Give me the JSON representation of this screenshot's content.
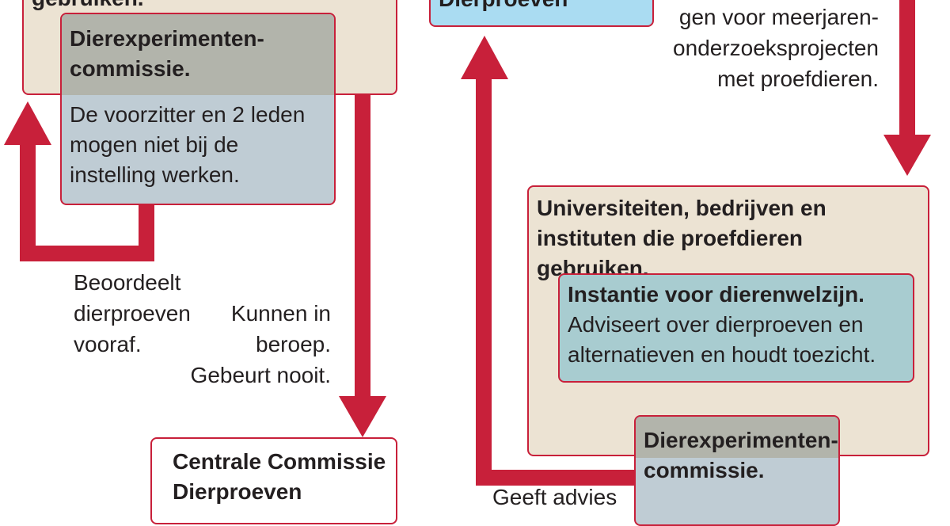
{
  "colors": {
    "arrow": "#c8203a",
    "beige_panel": "#ece3d3",
    "grey_header": "#b2b4ab",
    "blue_grey_body": "#bfccd4",
    "light_blue": "#aadcf2",
    "teal": "#a8ccd0",
    "text": "#231f20"
  },
  "left_panel": {
    "title_fragment": "gebruiken.",
    "committee": {
      "title": "Dierexperimenten-\ncommissie.",
      "text": "De voorzitter en 2 leden\nmogen niet bij de\ninstelling werken."
    }
  },
  "top_center_box": {
    "title_fragment": "Dierproeven"
  },
  "top_right_text": "gen voor meerjaren-\nonderzoeksprojecten\nmet proefdieren.",
  "labels": {
    "review": "Beoordeelt\ndierproeven\nvooraf.",
    "appeal": "Kunnen in\nberoep.\nGebeurt nooit.",
    "advice": "Geeft advies"
  },
  "central_commission": {
    "title": "Centrale Commissie\nDierproeven"
  },
  "right_panel": {
    "title": "Universiteiten, bedrijven en\ninstituten die proefdieren gebruiken.",
    "welfare": {
      "title": "Instantie voor dierenwelzijn.",
      "text": "Adviseert over dierproeven en\nalternatieven en houdt toezicht."
    },
    "committee": {
      "title": "Dierexperimenten-\ncommissie."
    }
  }
}
